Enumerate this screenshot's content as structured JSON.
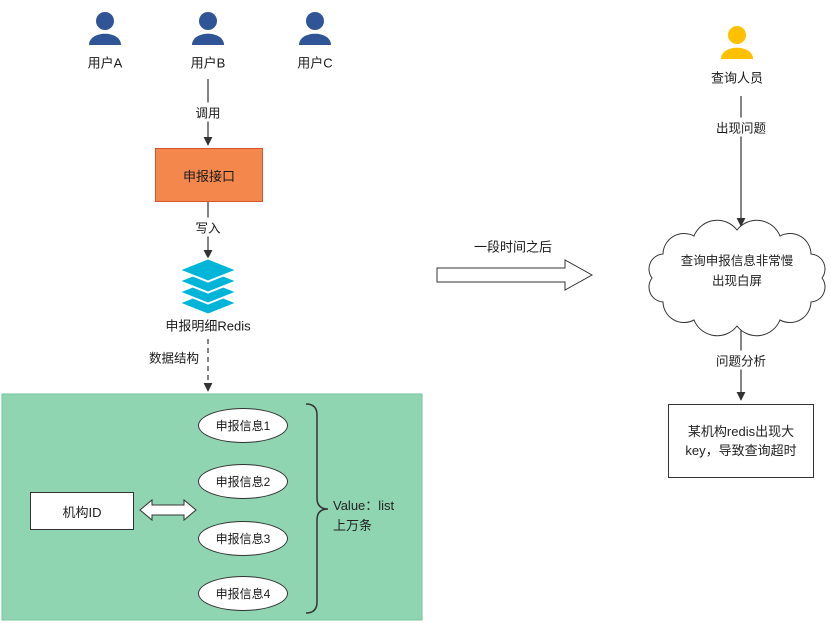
{
  "users": [
    {
      "label": "用户A"
    },
    {
      "label": "用户B"
    },
    {
      "label": "用户C"
    }
  ],
  "left": {
    "call": "调用",
    "api": "申报接口",
    "write": "写入",
    "redis": "申报明细Redis",
    "structure": "数据结构"
  },
  "middle": {
    "time": "一段时间之后"
  },
  "right": {
    "person": "查询人员",
    "problem": "出现问题",
    "cloud_line1": "查询申报信息非常慢",
    "cloud_line2": "出现白屏",
    "analysis": "问题分析",
    "conclusion": "某机构redis出现大key，导致查询超时"
  },
  "structure": {
    "org": "机构ID",
    "items": [
      "申报信息1",
      "申报信息2",
      "申报信息3",
      "申报信息4"
    ],
    "value_line1": "Value：list",
    "value_line2": "上万条"
  },
  "colors": {
    "user_blue": "#2F5597",
    "person_yellow": "#FFC000",
    "api_fill": "#F4874B",
    "api_border": "#D6552E",
    "redis_cyan": "#00B5D8",
    "panel_green": "#90D5B1"
  }
}
